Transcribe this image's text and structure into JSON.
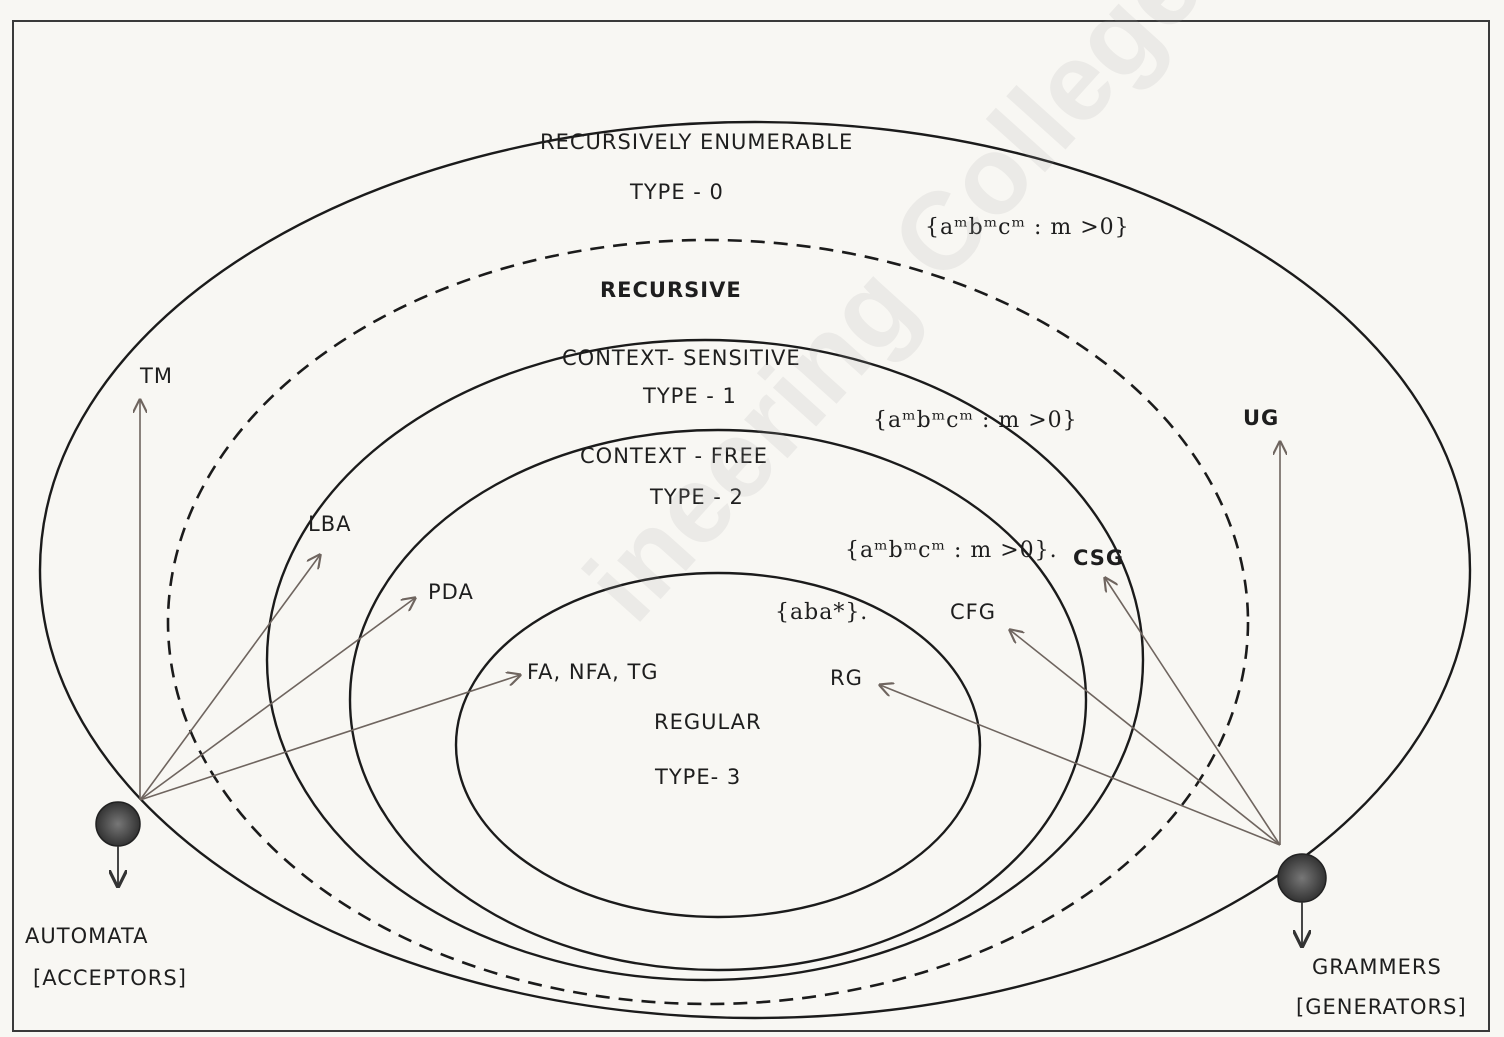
{
  "regions": {
    "recursively_enumerable": {
      "name": "RECURSIVELY ENUMERABLE",
      "type": "TYPE - 0"
    },
    "recursive": {
      "name": "RECURSIVE"
    },
    "context_sensitive": {
      "name": "CONTEXT- SENSITIVE",
      "type": "TYPE - 1"
    },
    "context_free": {
      "name": "CONTEXT - FREE",
      "type": "TYPE - 2"
    },
    "regular": {
      "name": "REGULAR",
      "type": "TYPE- 3"
    }
  },
  "examples": {
    "type0": "{aᵐbᵐcᵐ : m >0}",
    "type1": "{aᵐbᵐcᵐ : m >0}",
    "type2": "{aᵐbᵐcᵐ : m >0}.",
    "type3": "{aba*}."
  },
  "automata": {
    "tm": "TM",
    "lba": "LBA",
    "pda": "PDA",
    "fa": "FA, NFA, TG",
    "title": "AUTOMATA",
    "subtitle": "[ACCEPTORS]"
  },
  "grammars": {
    "ug": "UG",
    "csg": "CSG",
    "cfg": "CFG",
    "rg": "RG",
    "title": "GRAMMERS",
    "subtitle": "[GENERATORS]"
  },
  "watermark": "ineering College",
  "colors": {
    "ink": "#1b1b1b",
    "arrow": "#8a7f78",
    "paper": "#f8f7f3"
  }
}
